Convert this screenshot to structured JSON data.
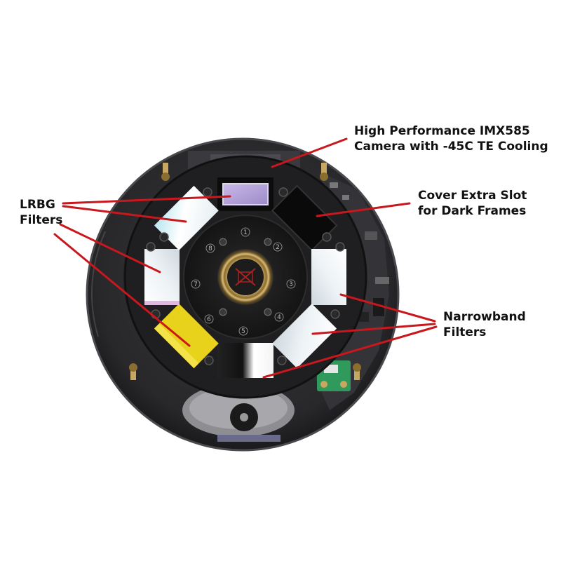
{
  "labels": {
    "camera": {
      "line1": "High Performance IMX585",
      "line2": "Camera with -45C TE Cooling"
    },
    "cover": {
      "line1": "Cover Extra Slot",
      "line2": "for Dark Frames"
    },
    "lrbg": {
      "line1": "LRBG",
      "line2": "Filters"
    },
    "narrowband": {
      "line1": "Narrowband",
      "line2": "Filters"
    }
  },
  "wheel_numbers": [
    "1",
    "2",
    "3",
    "4",
    "5",
    "6",
    "7",
    "8"
  ],
  "colors": {
    "callout": "#c8171d",
    "housing": "#2a2a2c",
    "wheel": "#1c1c1e",
    "filter_yellow": "#e8d21c",
    "sensor": "#b8a6d8",
    "pcb": "#2f9a5c"
  }
}
